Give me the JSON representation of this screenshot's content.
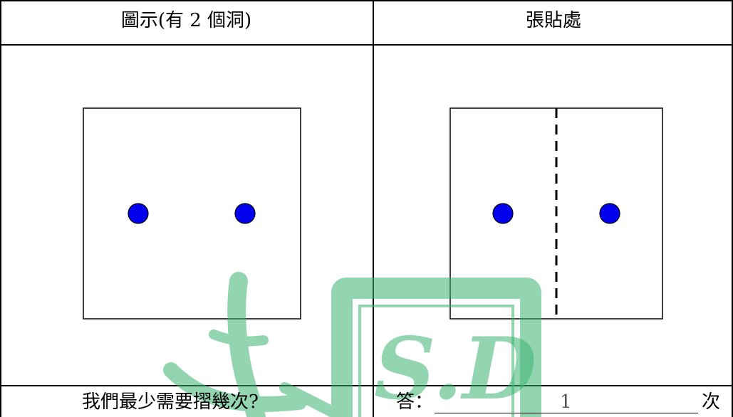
{
  "table": {
    "header_left": "圖示(有 2 個洞)",
    "header_right": "張貼處"
  },
  "question": {
    "text": "我們最少需要摺幾次?",
    "answer_prefix": "答：",
    "answer_value": "1",
    "answer_unit": "次"
  },
  "figure": {
    "hole_color": "#0000ee",
    "hole_count": 2,
    "fold_line_style": "dashed"
  },
  "watermark": {
    "text": "S.D",
    "color": "#3cb371"
  }
}
